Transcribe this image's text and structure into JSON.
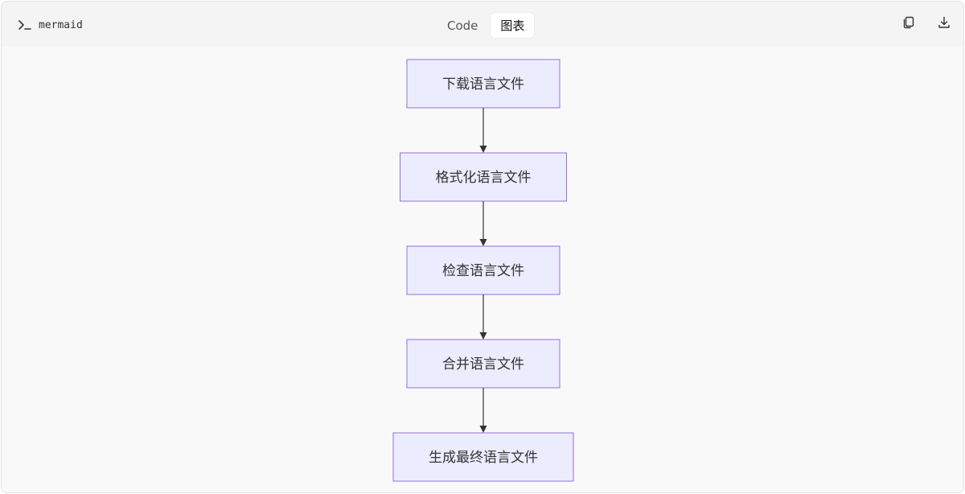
{
  "header": {
    "language_label": "mermaid",
    "tabs": [
      {
        "label": "Code",
        "active": false
      },
      {
        "label": "图表",
        "active": true
      }
    ],
    "actions": [
      {
        "icon": "copy-icon"
      },
      {
        "icon": "download-icon"
      }
    ]
  },
  "diagram": {
    "type": "flowchart",
    "direction": "TD",
    "node_fill": "#ECECFF",
    "node_stroke": "#9370DB",
    "edge_color": "#333333",
    "nodes": [
      {
        "id": "A",
        "label": "下载语言文件"
      },
      {
        "id": "B",
        "label": "格式化语言文件"
      },
      {
        "id": "C",
        "label": "检查语言文件"
      },
      {
        "id": "D",
        "label": "合并语言文件"
      },
      {
        "id": "E",
        "label": "生成最终语言文件"
      }
    ],
    "edges": [
      {
        "from": "A",
        "to": "B"
      },
      {
        "from": "B",
        "to": "C"
      },
      {
        "from": "C",
        "to": "D"
      },
      {
        "from": "D",
        "to": "E"
      }
    ]
  }
}
